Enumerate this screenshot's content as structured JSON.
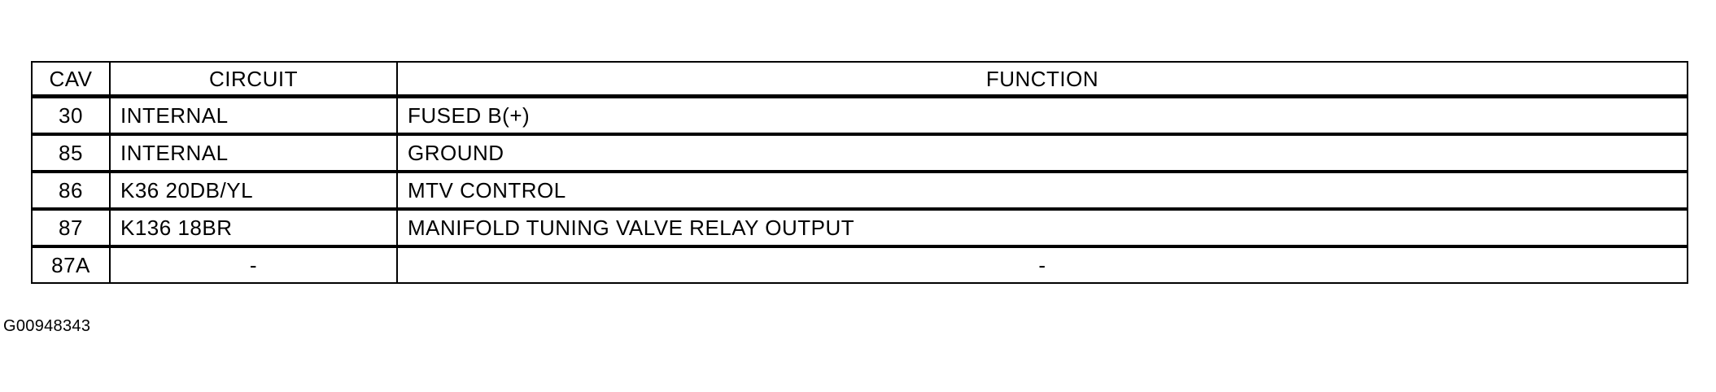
{
  "table": {
    "headers": {
      "cav": "CAV",
      "circuit": "CIRCUIT",
      "function": "FUNCTION"
    },
    "rows": [
      {
        "cav": "30",
        "circuit": "INTERNAL",
        "function": "FUSED B(+)"
      },
      {
        "cav": "85",
        "circuit": "INTERNAL",
        "function": "GROUND"
      },
      {
        "cav": "86",
        "circuit": "K36 20DB/YL",
        "function": "MTV CONTROL"
      },
      {
        "cav": "87",
        "circuit": "K136 18BR",
        "function": "MANIFOLD TUNING VALVE RELAY OUTPUT"
      },
      {
        "cav": "87A",
        "circuit": "-",
        "function": "-"
      }
    ]
  },
  "figure_id": "G00948343"
}
